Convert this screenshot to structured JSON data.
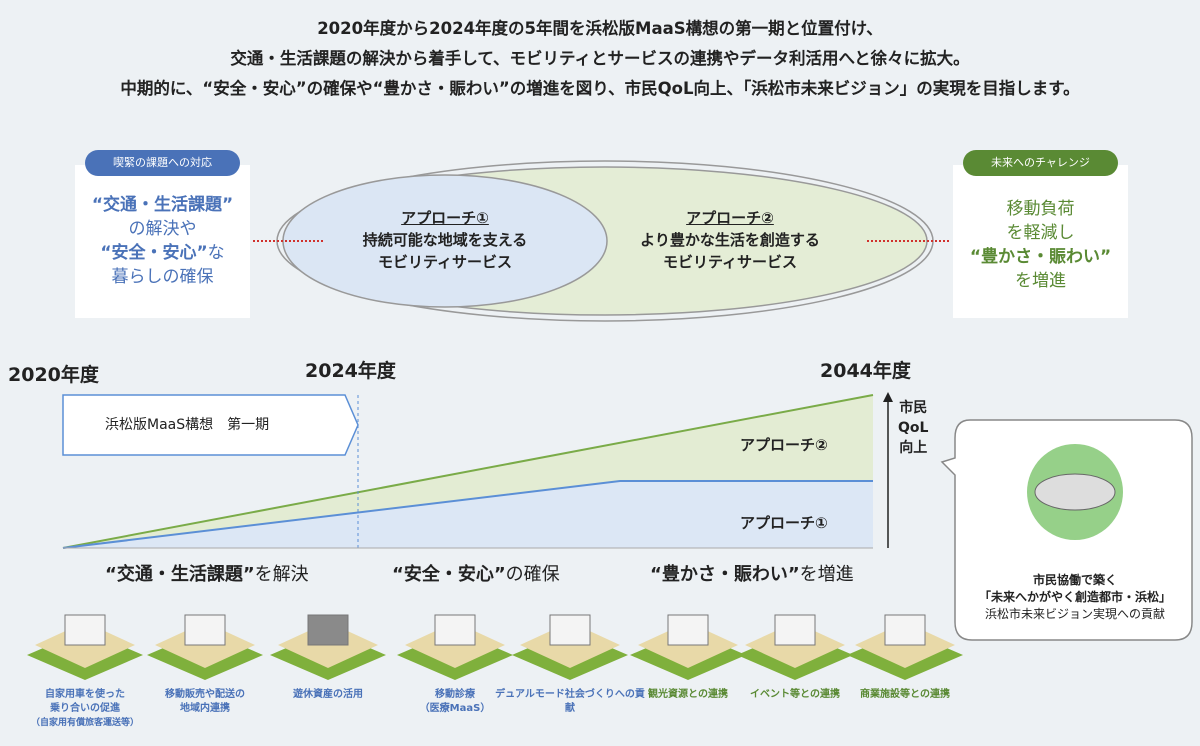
{
  "intro": [
    "2020年度から2024年度の5年間を浜松版MaaS構想の第一期と位置付け、",
    "交通・生活課題の解決から着手して、モビリティとサービスの連携やデータ利活用へと徐々に拡大。",
    "中期的に、“安全・安心”の確保や“豊かさ・賑わい”の増進を図り、市民QoL向上、「浜松市未来ビジョン」の実現を目指します。"
  ],
  "left": {
    "badge": "喫緊の課題への対応",
    "l1": "“交通・生活課題”",
    "l2": "の解決や",
    "l3": "“安全・安心”",
    "l3b": "な",
    "l4": "暮らしの確保"
  },
  "right": {
    "badge": "未来へのチャレンジ",
    "l1": "移動負荷",
    "l2": "を軽減し",
    "l3": "“豊かさ・賑わい”",
    "l4": "を増進"
  },
  "approach1": {
    "title": "アプローチ①",
    "l1": "持続可能な地域を支える",
    "l2": "モビリティサービス"
  },
  "approach2": {
    "title": "アプローチ②",
    "l1": "より豊かな生活を創造する",
    "l2": "モビリティサービス"
  },
  "timeline": {
    "y2020": "2020年度",
    "y2024": "2024年度",
    "y2044": "2044年度",
    "phase1": "浜松版MaaS構想　第一期",
    "a2": "アプローチ②",
    "a1": "アプローチ①",
    "qol": [
      "市民",
      "QoL",
      "向上"
    ]
  },
  "phases": [
    {
      "q": "“交通・生活課題”",
      "t": "を解決"
    },
    {
      "q": "“安全・安心”",
      "t": "の確保"
    },
    {
      "q": "“豊かさ・賑わい”",
      "t": "を増進"
    }
  ],
  "services": [
    {
      "label": "自家用車を使った\n乗り合いの促進",
      "sub": "（自家用有償旅客運送等）",
      "color": "blue"
    },
    {
      "label": "移動販売や配送の\n地域内連携",
      "color": "blue"
    },
    {
      "label": "遊休資産の活用",
      "color": "blue"
    },
    {
      "label": "移動診療\n（医療MaaS）",
      "color": "blue"
    },
    {
      "label": "デュアルモード社会づくりへの貢献",
      "color": "blue"
    },
    {
      "label": "観光資源との連携",
      "color": "green"
    },
    {
      "label": "イベント等との連携",
      "color": "green"
    },
    {
      "label": "商業施設等との連携",
      "color": "green"
    }
  ],
  "vision": {
    "l1": "市民協働で築く",
    "l2": "「未来へかがやく創造都市・浜松」",
    "l3": "浜松市未来ビジョン実現への貢献"
  }
}
